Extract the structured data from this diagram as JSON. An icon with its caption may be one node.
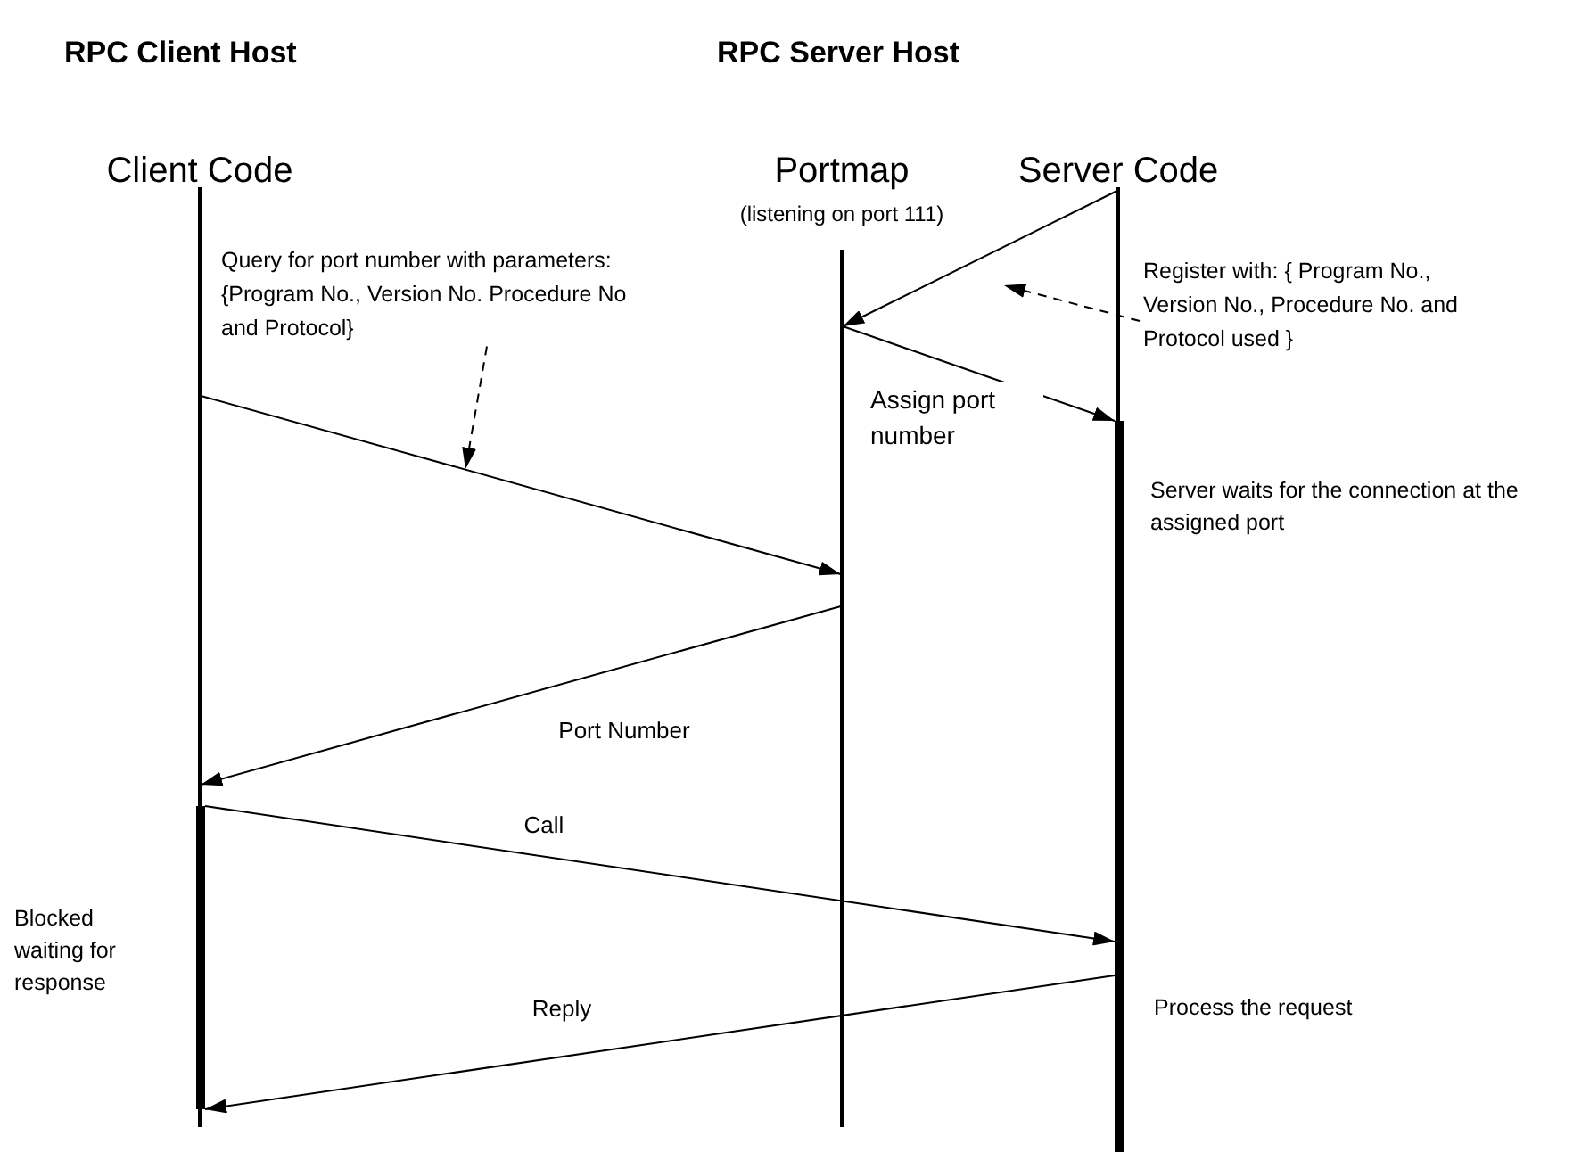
{
  "diagram": {
    "nodes": [
      {
        "text": [
          "Client Code"
        ]
      },
      {
        "text": [
          "Portmap",
          "(listening on port 111)"
        ]
      },
      {
        "text": [
          "Server Code"
        ]
      },
      {
        "text": [],
        "shape": "bar",
        "beside": [
          "Blocked waiting for response"
        ]
      },
      {
        "text": [],
        "shape": "bar",
        "beside": [
          "Server waits for the connection at the assigned port",
          "Process the request"
        ]
      },
      {
        "text": [
          "Query for port number with parameters: {Program No., Version No. Procedure No and Protocol}"
        ]
      },
      {
        "text": [
          "Register with: { Program No., Version No., Procedure No. and Protocol used }"
        ]
      }
    ],
    "edges": [
      {
        "from": 2,
        "to": 1,
        "arrow": "to"
      },
      {
        "from": 1,
        "to": 4,
        "arrow": "to",
        "label": "Assign port number"
      },
      {
        "from": 0,
        "to": 1,
        "arrow": "to"
      },
      {
        "from": 1,
        "to": 0,
        "arrow": "to",
        "label": "Port Number"
      },
      {
        "from": 3,
        "to": 4,
        "arrow": "to",
        "label": "Call"
      },
      {
        "from": 4,
        "to": 3,
        "arrow": "to",
        "label": "Reply"
      },
      {
        "from": 5,
        "to": null,
        "arrow": "to",
        "style": "dashed"
      },
      {
        "from": 6,
        "to": null,
        "arrow": "to",
        "style": "dashed"
      }
    ],
    "labels": [
      "RPC Client Host",
      "RPC Server Host"
    ]
  }
}
